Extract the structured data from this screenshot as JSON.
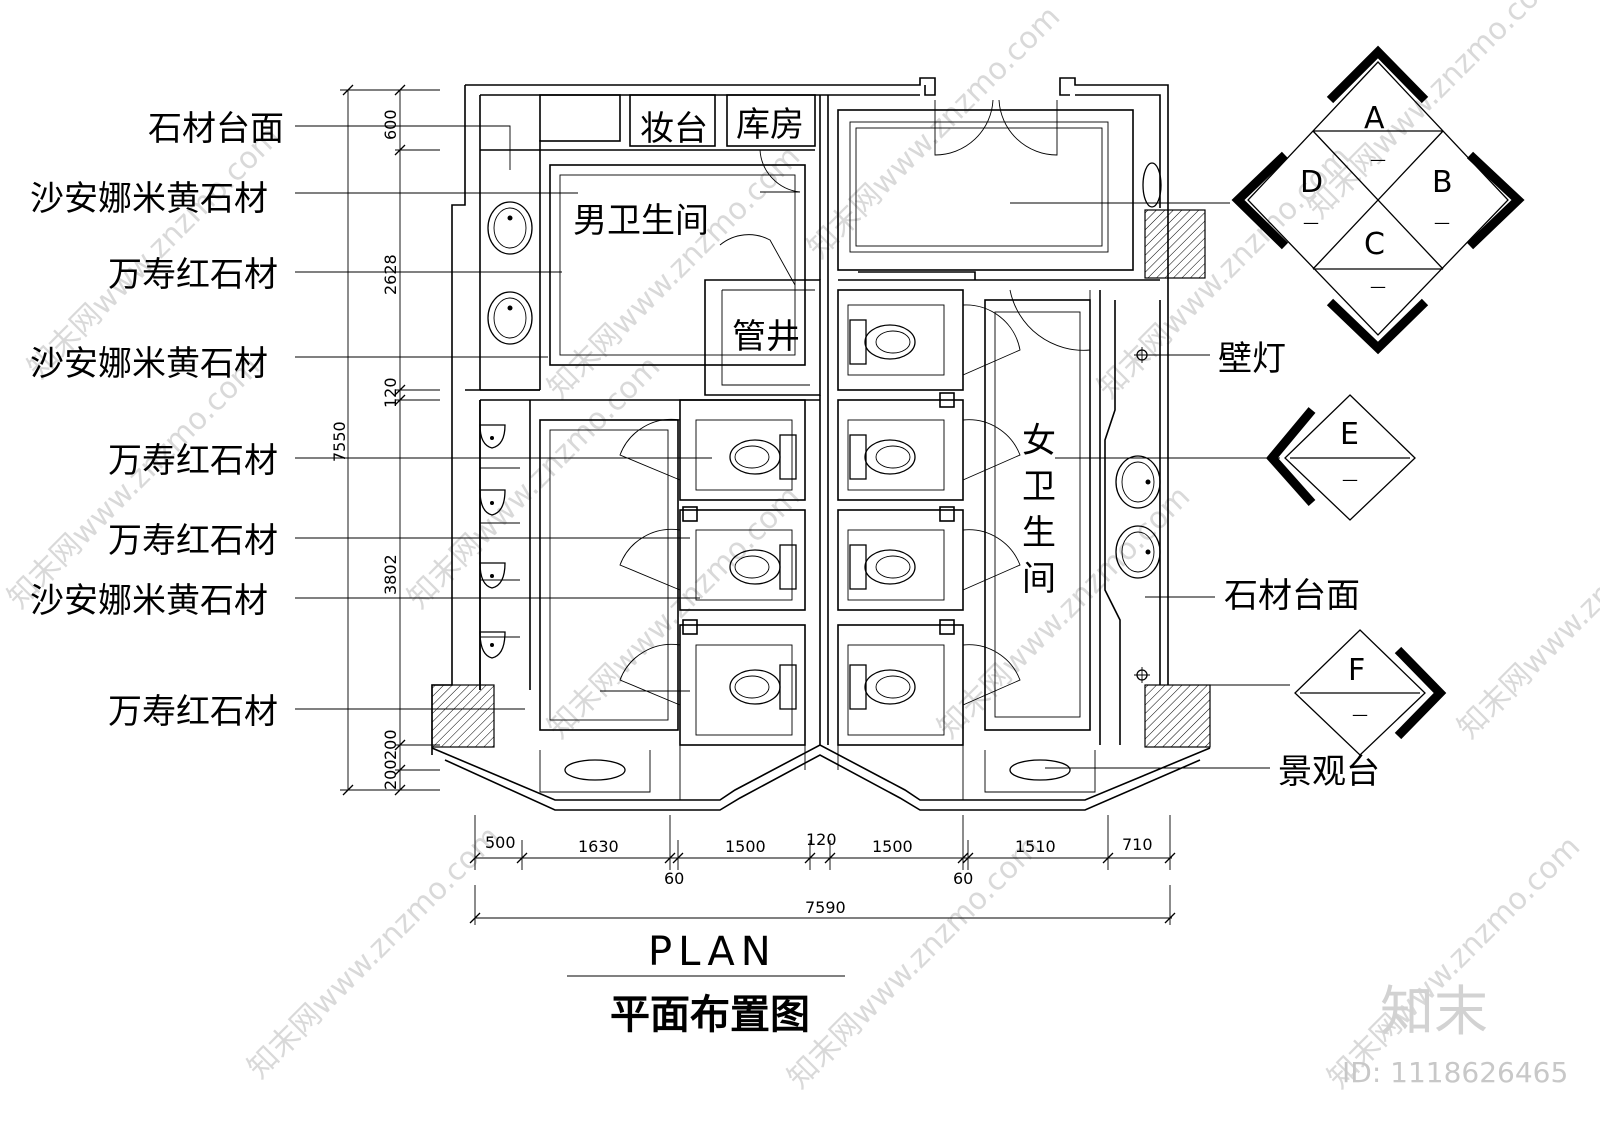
{
  "labels_left": [
    "石材台面",
    "沙安娜米黄石材",
    "万寿红石材",
    "沙安娜米黄石材",
    "万寿红石材",
    "万寿红石材",
    "沙安娜米黄石材",
    "万寿红石材"
  ],
  "labels_right": [
    "壁灯",
    "石材台面",
    "景观台"
  ],
  "rooms": {
    "makeup": "妆台",
    "storage": "库房",
    "men": "男卫生间",
    "shaft": "管井",
    "women": [
      "女",
      "卫",
      "生",
      "间"
    ]
  },
  "dims_left": [
    "600",
    "2628",
    "120",
    "7550",
    "3802",
    "200",
    "200"
  ],
  "dims_bottom": [
    "500",
    "1630",
    "1500",
    "120",
    "1500",
    "1510",
    "710"
  ],
  "dims_bottom_small": [
    "60",
    "60"
  ],
  "dim_total": "7590",
  "markers": {
    "abcd": [
      "A",
      "B",
      "C",
      "D"
    ],
    "e": "E",
    "f": "F",
    "dash": "—"
  },
  "title": {
    "en": "PLAN",
    "cn": "平面布置图"
  },
  "watermark": {
    "text": "知末网www.znzmo.com",
    "logo": "知末",
    "id": "ID: 1118626465"
  }
}
